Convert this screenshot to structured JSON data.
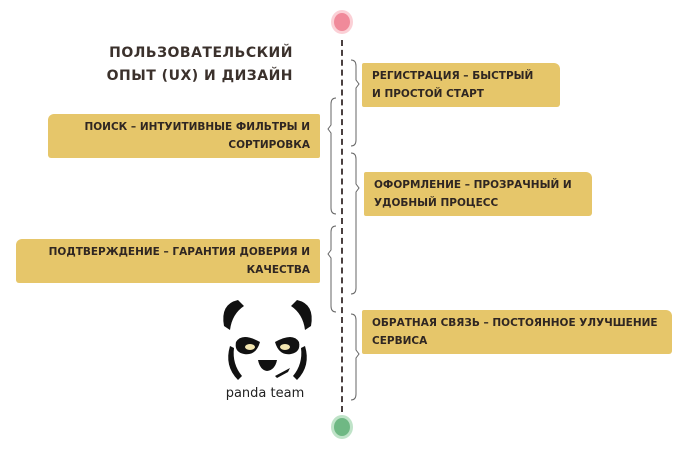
{
  "title": {
    "line1": "ПОЛЬЗОВАТЕЛЬСКИЙ",
    "line2": "ОПЫТ (UX) И ДИЗАЙН"
  },
  "steps": [
    {
      "side": "right",
      "line1": "РЕГИСТРАЦИЯ – БЫСТРЫЙ",
      "line2": "И ПРОСТОЙ СТАРТ"
    },
    {
      "side": "left",
      "line1": "ПОИСК – ИНТУИТИВНЫЕ ФИЛЬТРЫ И",
      "line2": "СОРТИРОВКА"
    },
    {
      "side": "right",
      "line1": "ОФОРМЛЕНИЕ – ПРОЗРАЧНЫЙ И",
      "line2": "УДОБНЫЙ ПРОЦЕСС"
    },
    {
      "side": "left",
      "line1": "ПОДТВЕРЖДЕНИЕ – ГАРАНТИЯ ДОВЕРИЯ И",
      "line2": "КАЧЕСТВА"
    },
    {
      "side": "right",
      "line1": "ОБРАТНАЯ СВЯЗЬ – ПОСТОЯННОЕ УЛУЧШЕНИЕ",
      "line2": "СЕРВИСА"
    }
  ],
  "logo": {
    "text": "panda team",
    "icon": "panda-icon"
  },
  "colors": {
    "box": "#e6c66a",
    "start": "#f08a9a",
    "end": "#6fb884"
  }
}
